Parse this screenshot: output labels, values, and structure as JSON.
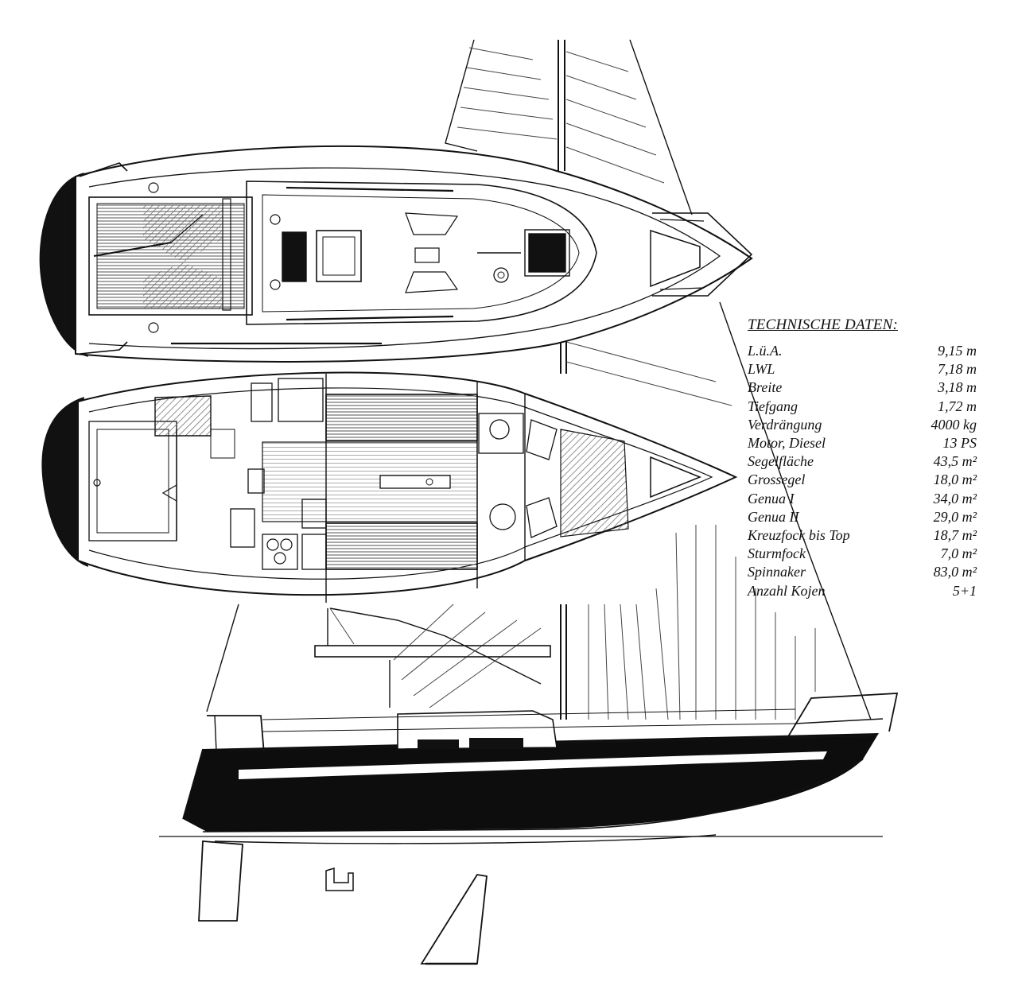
{
  "specs": {
    "title": "TECHNISCHE DATEN:",
    "rows": [
      {
        "label": "L.ü.A.",
        "value": "9,15 m"
      },
      {
        "label": "LWL",
        "value": "7,18 m"
      },
      {
        "label": "Breite",
        "value": "3,18 m"
      },
      {
        "label": "Tiefgang",
        "value": "1,72 m"
      },
      {
        "label": "Verdrängung",
        "value": "4000 kg"
      },
      {
        "label": "Motor, Diesel",
        "value": "13 PS"
      },
      {
        "label": "Segelfläche",
        "value": "43,5 m²"
      },
      {
        "label": "Grossegel",
        "value": "18,0 m²"
      },
      {
        "label": "Genua I",
        "value": "34,0 m²"
      },
      {
        "label": "Genua II",
        "value": "29,0 m²"
      },
      {
        "label": "Kreuzfock bis Top",
        "value": "18,7 m²"
      },
      {
        "label": "Sturmfock",
        "value": "7,0 m²"
      },
      {
        "label": "Spinnaker",
        "value": "83,0 m²"
      },
      {
        "label": "Anzahl Kojen",
        "value": "5+1"
      }
    ]
  },
  "colors": {
    "ink": "#111111",
    "hull_band": "#0d0d0d",
    "paper": "#ffffff",
    "hatch": "#888888"
  }
}
